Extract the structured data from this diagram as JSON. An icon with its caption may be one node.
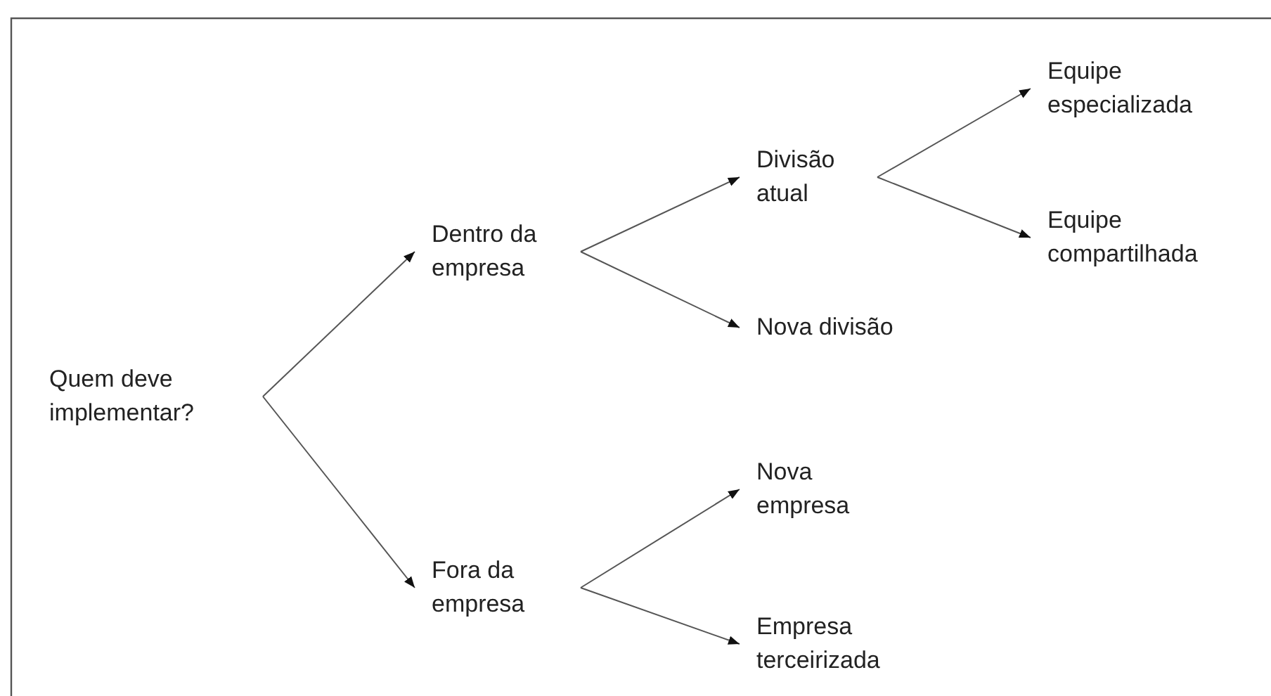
{
  "diagram": {
    "nodes": [
      {
        "text": [
          "Quem deve implementar?"
        ]
      },
      {
        "text": [
          "Dentro da empresa"
        ]
      },
      {
        "text": [
          "Fora da empresa"
        ]
      },
      {
        "text": [
          "Divisão atual"
        ]
      },
      {
        "text": [
          "Nova divisão"
        ]
      },
      {
        "text": [
          "Nova empresa"
        ]
      },
      {
        "text": [
          "Empresa terceirizada"
        ]
      },
      {
        "text": [
          "Equipe especializada"
        ]
      },
      {
        "text": [
          "Equipe compartilhada"
        ]
      }
    ],
    "edges": [
      {
        "from": 0,
        "to": 1,
        "arrow": "to"
      },
      {
        "from": 0,
        "to": 2,
        "arrow": "to"
      },
      {
        "from": 1,
        "to": 3,
        "arrow": "to"
      },
      {
        "from": 1,
        "to": 4,
        "arrow": "to"
      },
      {
        "from": 2,
        "to": 5,
        "arrow": "to"
      },
      {
        "from": 2,
        "to": 6,
        "arrow": "to"
      },
      {
        "from": 3,
        "to": 7,
        "arrow": "to"
      },
      {
        "from": 3,
        "to": 8,
        "arrow": "to"
      }
    ]
  }
}
